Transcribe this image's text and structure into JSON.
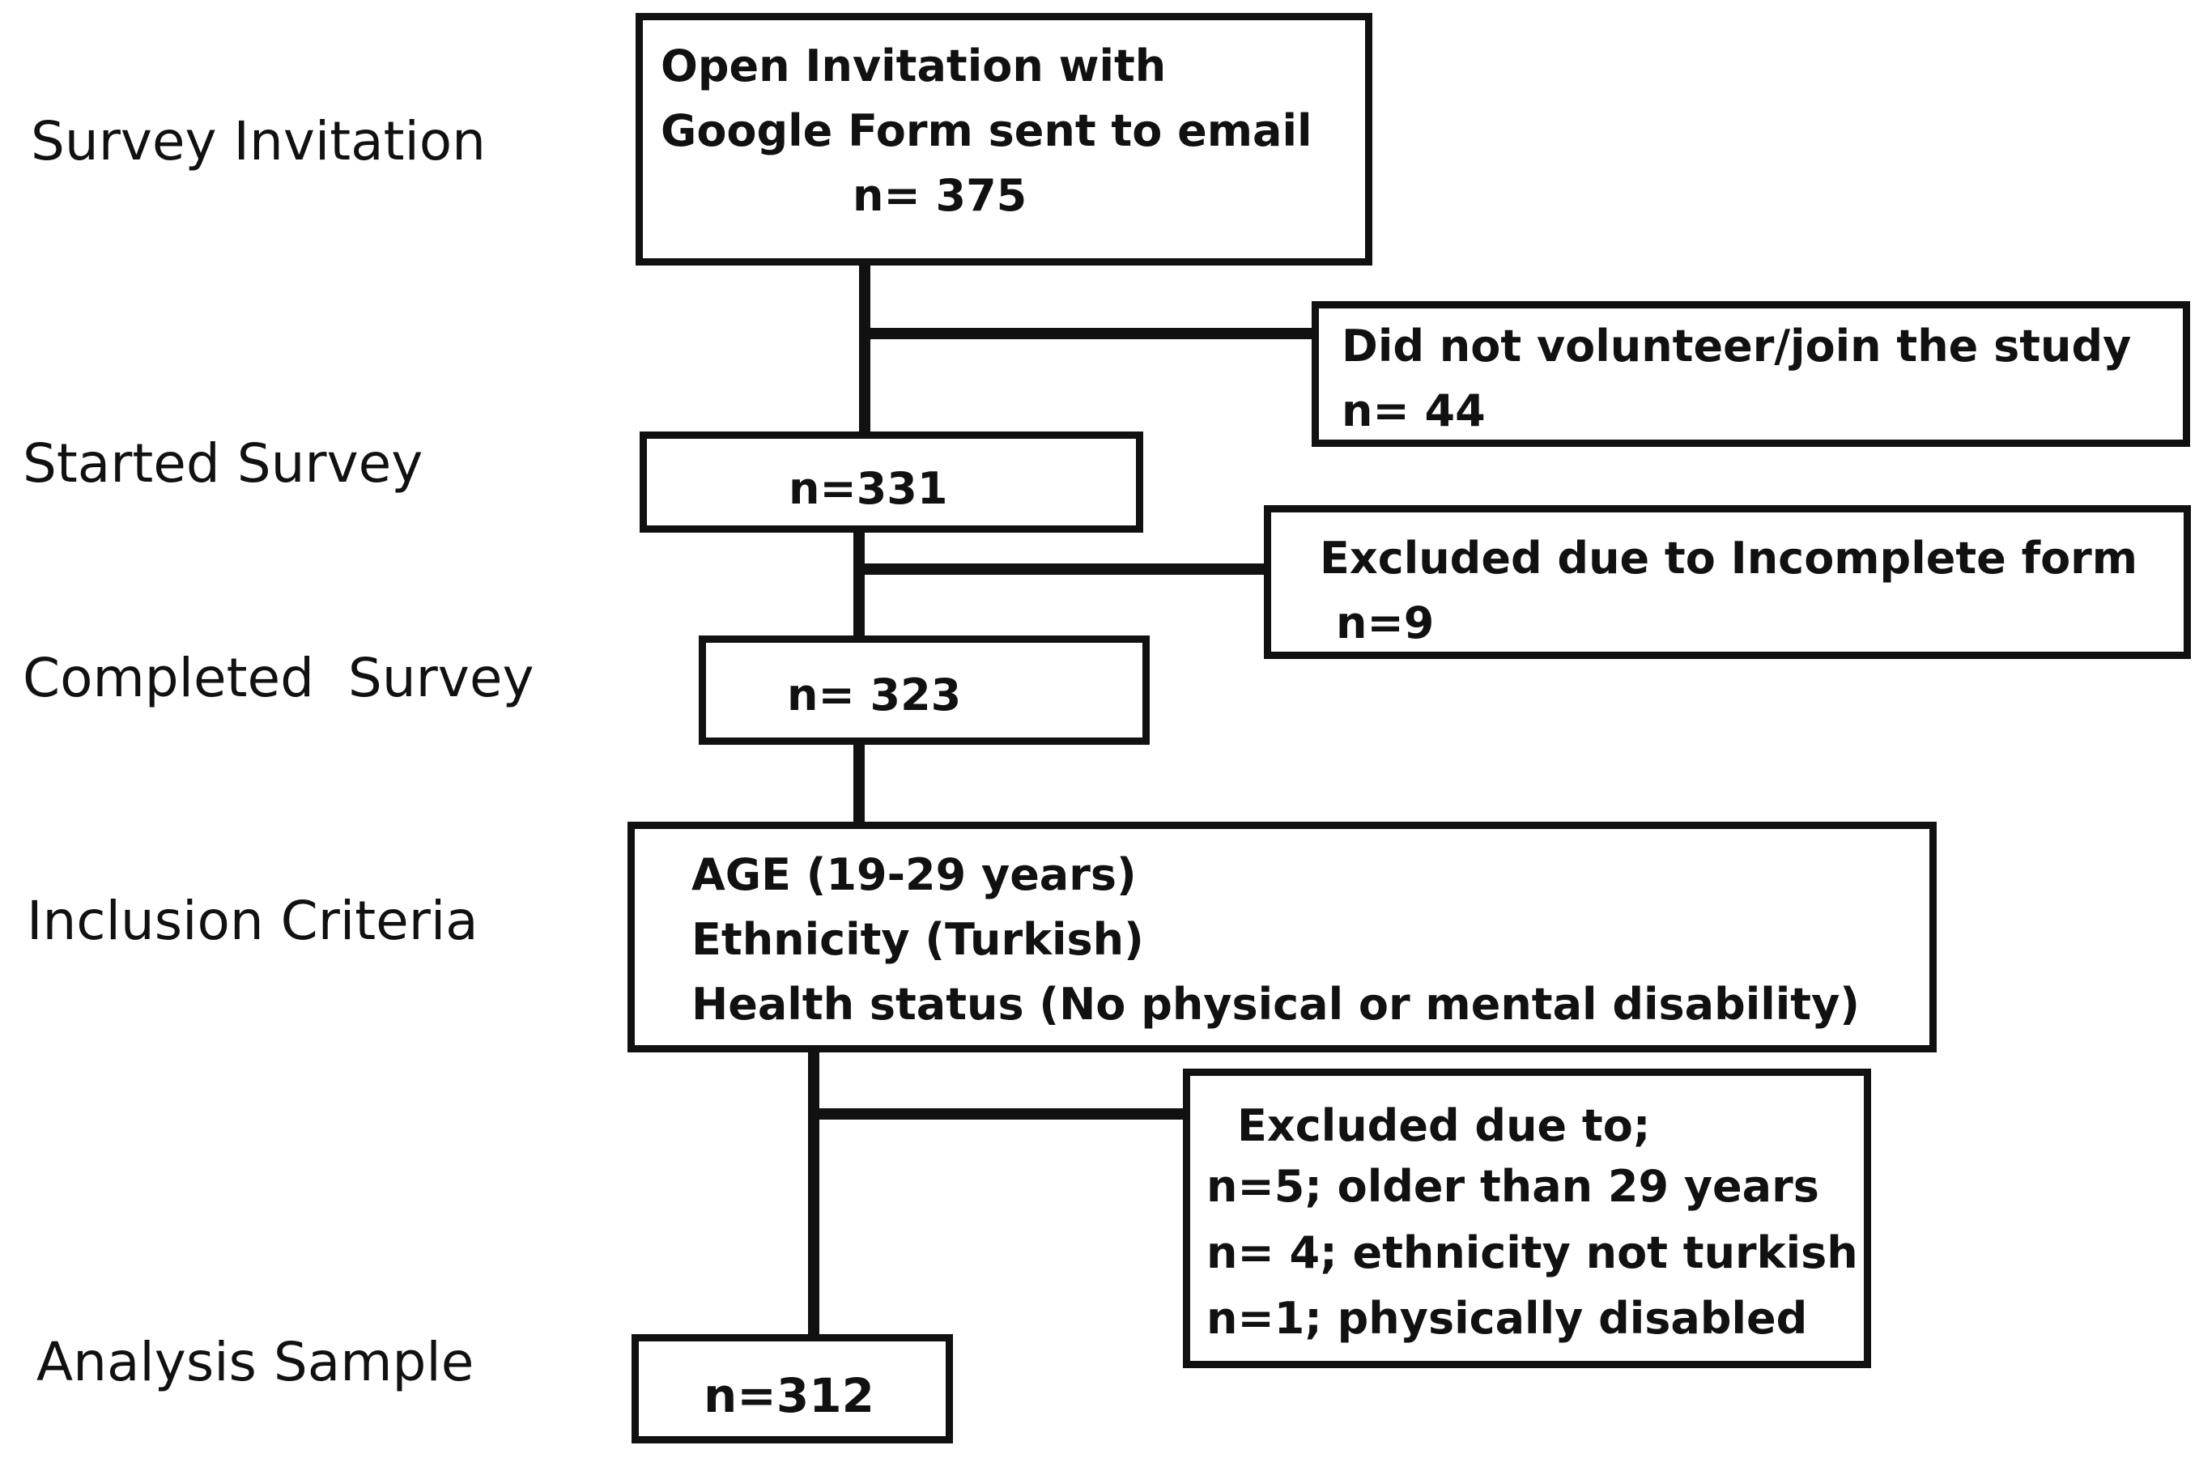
{
  "stages": {
    "invitation": "Survey Invitation",
    "started": "Started Survey",
    "completed": "Completed  Survey",
    "inclusion": "Inclusion Criteria",
    "analysis": "Analysis Sample"
  },
  "boxes": {
    "invitation": {
      "line1": "Open Invitation with",
      "line2": "Google Form sent to email",
      "line3": "n= 375"
    },
    "no_join": {
      "line1": "Did not volunteer/join the study",
      "line2": "n= 44"
    },
    "started": {
      "line1": "n=331"
    },
    "incomplete": {
      "line1": "Excluded due to Incomplete form",
      "line2": "n=9"
    },
    "completed": {
      "line1": "n= 323"
    },
    "inclusion": {
      "line1": "AGE (19-29 years)",
      "line2": "Ethnicity (Turkish)",
      "line3": "Health status (No physical or mental disability)"
    },
    "excluded": {
      "line1": "Excluded due to;",
      "line2": "n=5; older than 29 years",
      "line3": "n= 4; ethnicity not turkish",
      "line4": "n=1; physically disabled"
    },
    "analysis": {
      "line1": "n=312"
    }
  }
}
